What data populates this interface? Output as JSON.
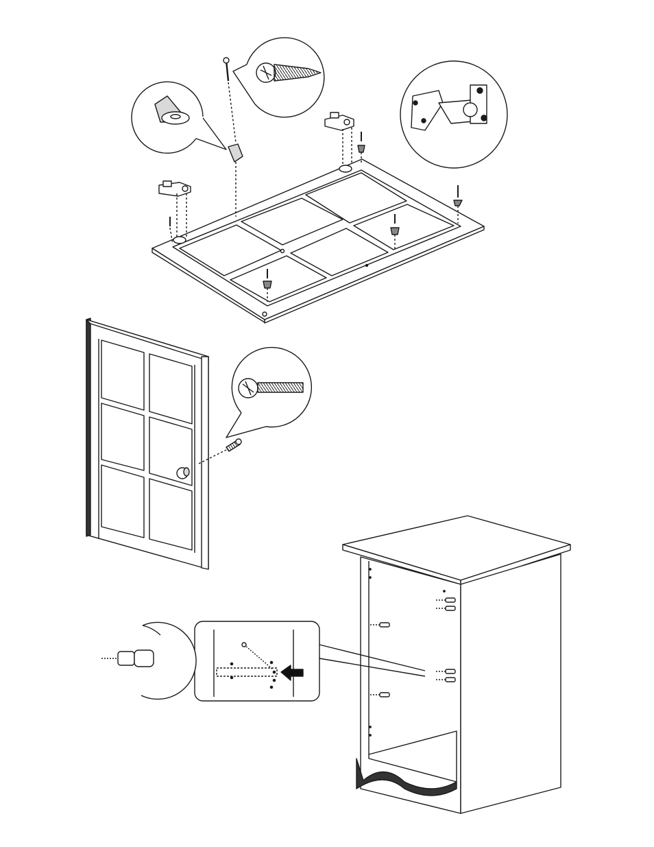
{
  "figure": {
    "background": "#ffffff",
    "ink": "#1a1a1a",
    "fill_dark": "#333333",
    "fill_mid": "#888888",
    "fill_light": "#d9d9d9",
    "arrow_fill": "#111111"
  },
  "steps": [
    {
      "name": "door-hinge-installation",
      "parts": [
        "hinge",
        "screw",
        "door-stop"
      ]
    },
    {
      "name": "knob-installation",
      "parts": [
        "knob",
        "machine-screw"
      ]
    },
    {
      "name": "shelf-pin-insertion",
      "parts": [
        "shelf-pin",
        "cabinet"
      ]
    }
  ]
}
